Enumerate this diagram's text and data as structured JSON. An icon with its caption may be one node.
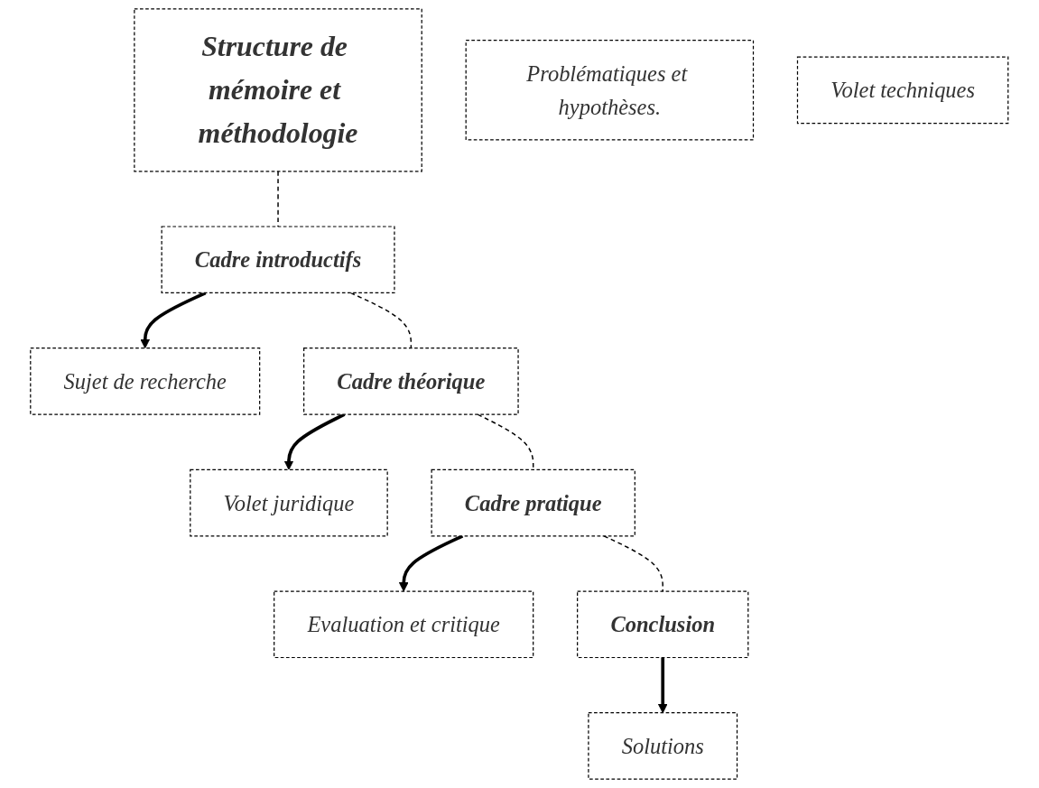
{
  "diagram": {
    "nodes": [
      {
        "text": [
          "Structure de mémoire et méthodologie"
        ]
      },
      {
        "text": [
          "Cadre introductifs"
        ]
      },
      {
        "text": [
          "Sujet de recherche"
        ]
      },
      {
        "text": [
          "Problématiques et hypothèses."
        ]
      },
      {
        "text": [
          "Cadre théorique"
        ]
      },
      {
        "text": [
          "Volet juridique"
        ]
      },
      {
        "text": [
          "Volet techniques"
        ]
      },
      {
        "text": [
          "Cadre pratique"
        ]
      },
      {
        "text": [
          "Evaluation et critique"
        ]
      },
      {
        "text": [
          "Conclusion"
        ]
      },
      {
        "text": [
          "Solutions"
        ]
      }
    ],
    "edges": [
      {
        "from": 0,
        "to": 1,
        "arrow": "none",
        "style": "dashed"
      },
      {
        "from": 1,
        "to": 2,
        "arrow": "to",
        "style": "thick"
      },
      {
        "from": 1,
        "to": 4,
        "arrow": "none",
        "style": "dashed"
      },
      {
        "from": 4,
        "to": 5,
        "arrow": "to",
        "style": "thick"
      },
      {
        "from": 4,
        "to": 7,
        "arrow": "none",
        "style": "dashed"
      },
      {
        "from": 7,
        "to": 8,
        "arrow": "to",
        "style": "thick"
      },
      {
        "from": 7,
        "to": 9,
        "arrow": "none",
        "style": "dashed"
      },
      {
        "from": 9,
        "to": 10,
        "arrow": "to",
        "style": "thick"
      }
    ]
  }
}
